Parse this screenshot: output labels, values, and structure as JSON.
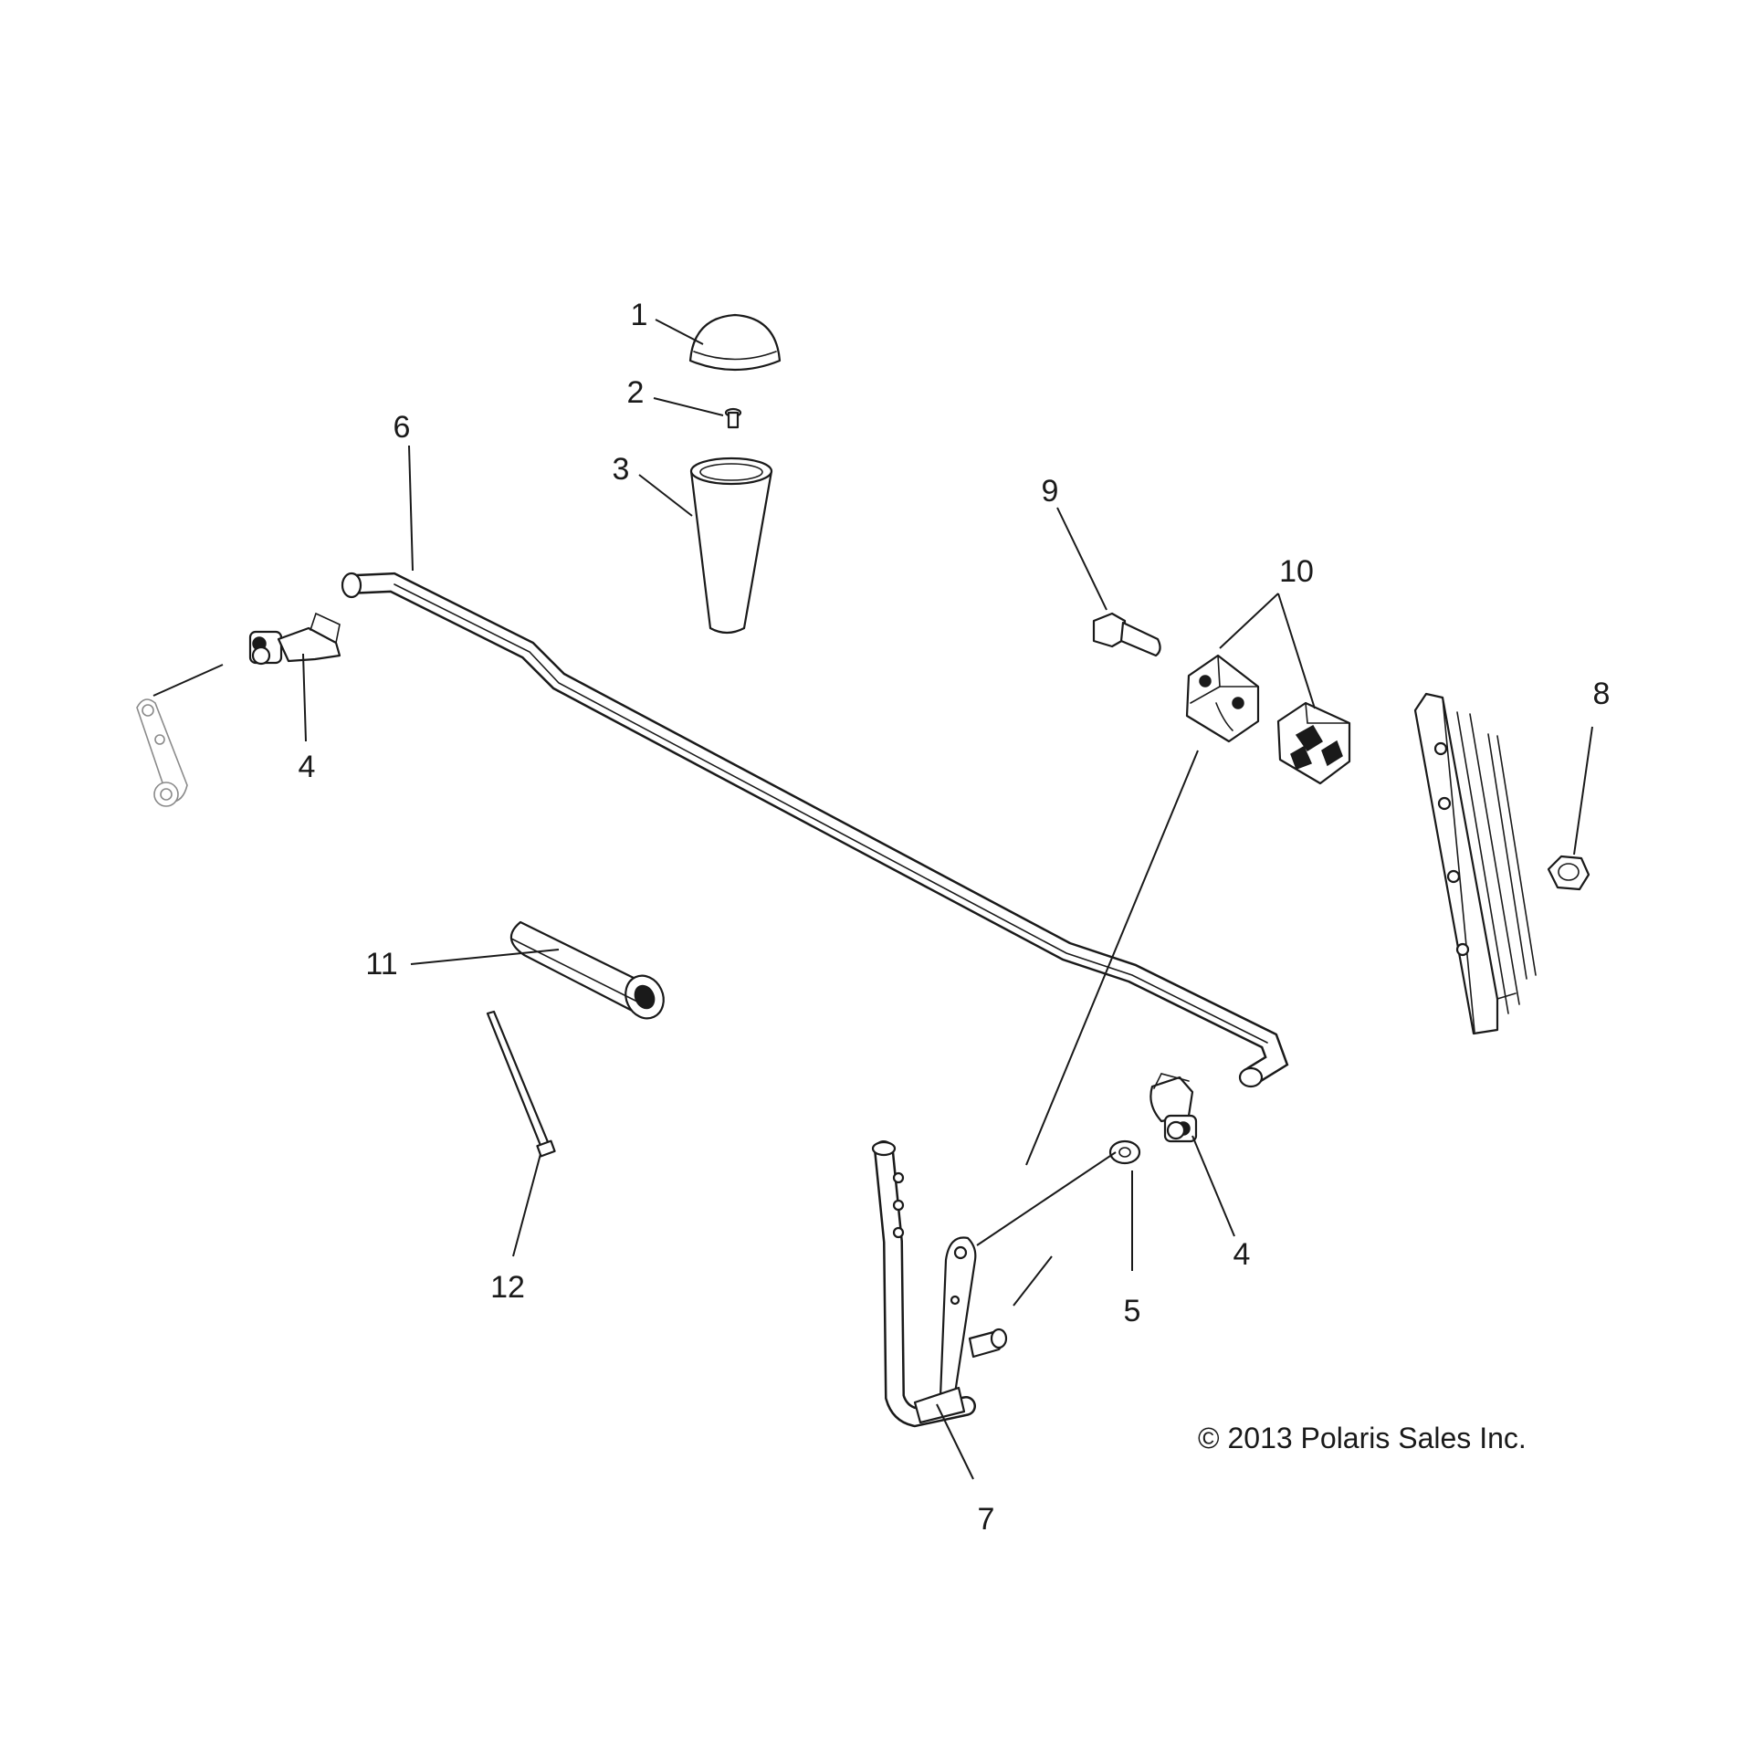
{
  "callouts": {
    "c1": "1",
    "c2": "2",
    "c3": "3",
    "c4a": "4",
    "c4b": "4",
    "c5": "5",
    "c6": "6",
    "c7": "7",
    "c8": "8",
    "c9": "9",
    "c10": "10",
    "c11": "11",
    "c12": "12"
  },
  "copyright": "© 2013 Polaris Sales Inc.",
  "colors": {
    "line": "#1a1a1a",
    "background": "#ffffff",
    "faint": "#8a8a8a"
  }
}
